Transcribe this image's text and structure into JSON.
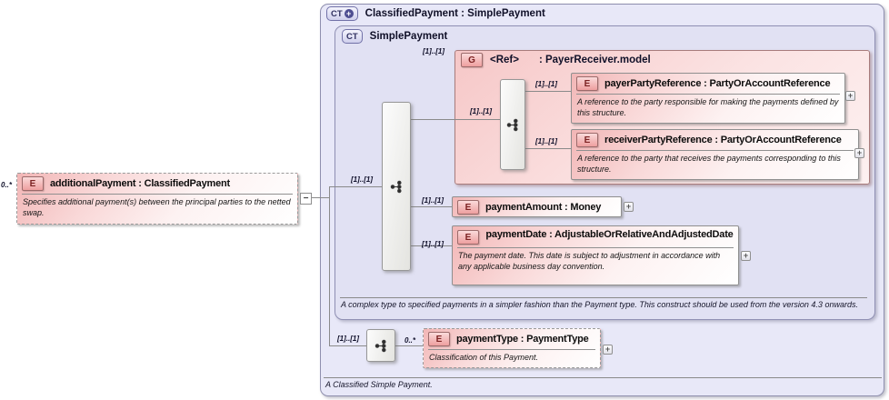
{
  "labels": {
    "card_1_1": "[1]..[1]",
    "card_0_star": "0..*"
  },
  "icons": {
    "expand": "+",
    "collapse": "−",
    "extension_plus": "+"
  },
  "root": {
    "badge": "CT",
    "title": "ClassifiedPayment : SimplePayment",
    "footer": "A Classified Simple Payment."
  },
  "base_type": {
    "badge": "CT",
    "title": "SimplePayment",
    "annotation": "A complex type to specified payments in a simpler fashion than the Payment type. This construct should be used from the version 4.3 onwards."
  },
  "additional_payment": {
    "badge": "E",
    "title": "additionalPayment : ClassifiedPayment",
    "doc": "Specifies additional payment(s) between the principal parties to the netted swap."
  },
  "payer_receiver_group": {
    "badge": "G",
    "name": "<Ref>",
    "type": ": PayerReceiver.model"
  },
  "payer_party_reference": {
    "badge": "E",
    "title": "payerPartyReference : PartyOrAccountReference",
    "doc": "A reference to the party responsible for making the payments defined by this structure."
  },
  "receiver_party_reference": {
    "badge": "E",
    "title": "receiverPartyReference : PartyOrAccountReference",
    "doc": "A reference to the party that receives the payments corresponding to this structure."
  },
  "payment_amount": {
    "badge": "E",
    "title": "paymentAmount : Money"
  },
  "payment_date": {
    "badge": "E",
    "title": "paymentDate : AdjustableOrRelativeAndAdjustedDate",
    "doc": "The payment date. This date is subject to adjustment in accordance with any applicable business day convention."
  },
  "payment_type": {
    "badge": "E",
    "title": "paymentType : PaymentType",
    "doc": "Classification of this Payment."
  },
  "colors": {
    "frame_lavender": "#e8e8f8",
    "group_pink": "#f6c7c7",
    "element_pink": "#f2b6b6",
    "line_gray": "#8a8a8a"
  }
}
